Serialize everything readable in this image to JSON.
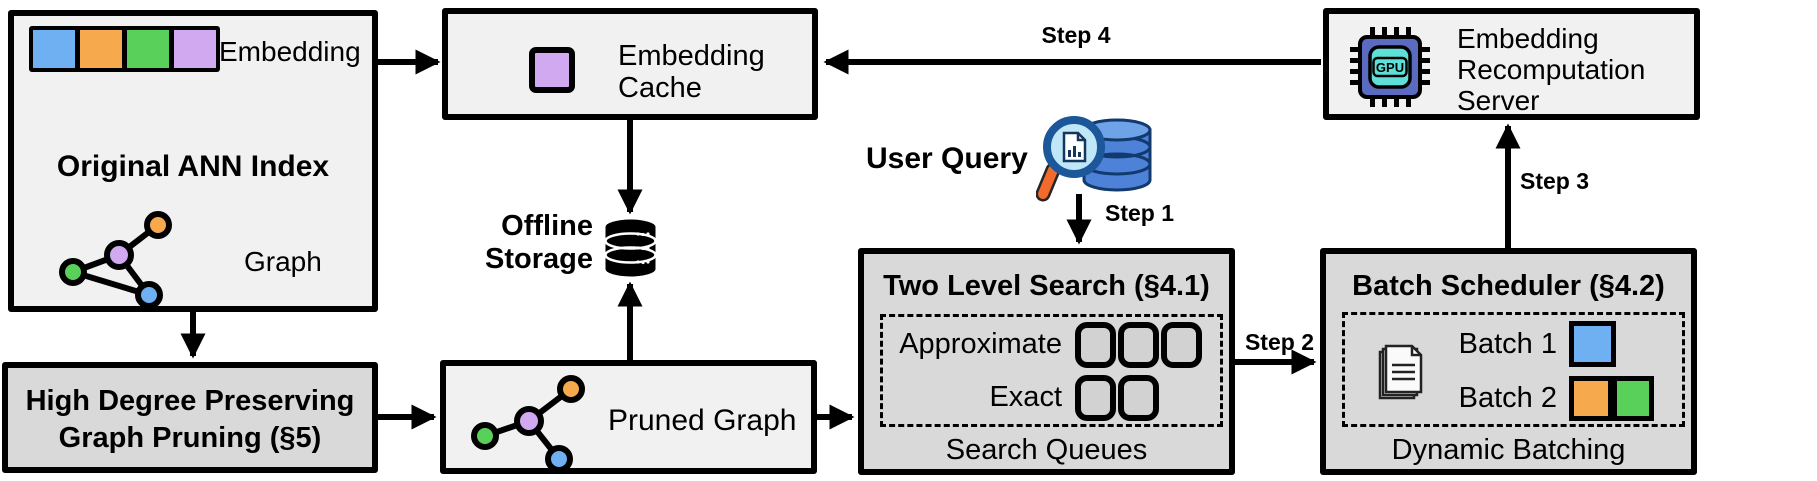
{
  "colors": {
    "blue": "#6fb0f2",
    "orange": "#f6aa4d",
    "green": "#59d059",
    "purple": "#d0a9f0",
    "box_light_bg": "#f1f1f1",
    "box_gray_bg": "#d9d9d9",
    "line_black": "#000000",
    "gpu_chip_body": "#5b6cc0",
    "gpu_chip_inner": "#5ee0d8",
    "query_db_blue": "#4d82d8",
    "magnifier_rim": "#1c5799",
    "magnifier_lens": "#bfe7f7",
    "magnifier_handle": "#f26b2c"
  },
  "ann_index": {
    "embedding_label": "Embedding",
    "title": "Original ANN Index",
    "graph_label": "Graph"
  },
  "pruning": {
    "line1": "High Degree Preserving",
    "line2": "Graph Pruning (§5)"
  },
  "cache": {
    "line1": "Embedding",
    "line2": "Cache"
  },
  "storage": {
    "line1": "Offline",
    "line2": "Storage"
  },
  "pruned": {
    "label": "Pruned Graph"
  },
  "query": {
    "label": "User Query"
  },
  "search": {
    "title": "Two Level Search (§4.1)",
    "approx_label": "Approximate",
    "approx_queue_count": 3,
    "exact_label": "Exact",
    "exact_queue_count": 2,
    "caption": "Search Queues"
  },
  "scheduler": {
    "title": "Batch Scheduler (§4.2)",
    "batch1_label": "Batch 1",
    "batch1_colors": [
      "#6fb0f2"
    ],
    "batch2_label": "Batch 2",
    "batch2_colors": [
      "#f6aa4d",
      "#59d059"
    ],
    "caption": "Dynamic Batching"
  },
  "server": {
    "line1": "Embedding",
    "line2": "Recomputation",
    "line3": "Server",
    "chip_label": "GPU"
  },
  "steps": {
    "s1": "Step 1",
    "s2": "Step 2",
    "s3": "Step 3",
    "s4": "Step 4"
  }
}
